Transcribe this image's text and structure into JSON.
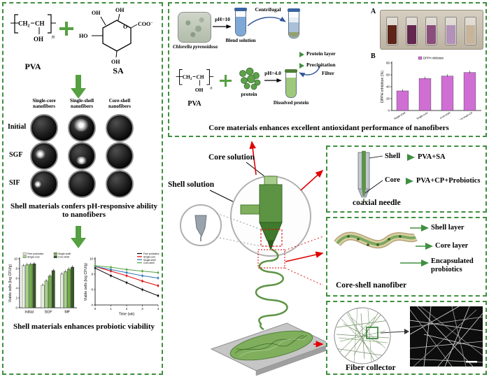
{
  "figure": {
    "panel_border_color": "#3f8f3f",
    "accent_green": "#55a040",
    "arrow_red": "#e00000",
    "bar_magenta": "#cf6fd4"
  },
  "left_panel": {
    "pva_label": "PVA",
    "sa_label": "SA",
    "columns": [
      "Single-core nanofibers",
      "Single-shell nanofibers",
      "Core-shell nanofibers"
    ],
    "rows": [
      "Initial",
      "SGF",
      "SIF"
    ],
    "caption_ph": "Shell materials confers pH-responsive ability to nanofibers",
    "caption_viability": "Shell materials enhances probiotic viability"
  },
  "top_panel": {
    "chlorella_label": "Chlorella pyrenoidosa",
    "ph10_label": "pH=10",
    "blend_label": "Blend solution",
    "centrifugal_label": "Centrifugal",
    "protein_layer_label": "Protein layer",
    "precipitation_label": "Precipitation",
    "pva_label": "PVA",
    "protein_label": "protein",
    "ph4_label": "pH=4.0",
    "dissolved_label": "Dissolved protein",
    "filter_label": "Filter",
    "photo_tag": "A",
    "chart_tag": "B",
    "vial_colors": [
      "#5e2418",
      "#63264e",
      "#8a4d7c",
      "#b292b8",
      "#c7b49a"
    ],
    "caption": "Core materials enhances excellent antioxidant performance of nanofibers"
  },
  "center": {
    "core_solution_label": "Core solution",
    "shell_solution_label": "Shell solution"
  },
  "needle_panel": {
    "shell_label": "Shell",
    "shell_value": "PVA+SA",
    "core_label": "Core",
    "core_value": "PVA+CP+Probiotics",
    "caption": "coaxial needle"
  },
  "fiber_panel": {
    "shell_layer_label": "Shell layer",
    "core_layer_label": "Core layer",
    "probiotics_label": "Encapsulated probiotics",
    "caption": "Core-shell nanofiber"
  },
  "collector_panel": {
    "caption": "Fiber collector"
  },
  "chart_data": [
    {
      "id": "dpph",
      "type": "bar",
      "title": "",
      "ylabel": "DPPH inhibition (%)",
      "legend": [
        "DPPH inhibition"
      ],
      "categories": [
        "Single-shell",
        "Single-core",
        "Core-shell",
        "Core-shell+CP"
      ],
      "values": [
        33,
        54,
        58,
        64
      ],
      "ylim": [
        0,
        80
      ],
      "yticks": 4,
      "rotate_labels": true,
      "bar_color": "#cf6fd4",
      "grid": false,
      "legend_position": "top"
    },
    {
      "id": "viability_bars",
      "type": "bar",
      "title": "",
      "ylabel": "Viable cells (log CFU/g)",
      "categories": [
        "Initial",
        "SGF",
        "MF"
      ],
      "series": [
        {
          "name": "Free probiotics",
          "values": [
            8.6,
            4.6,
            6.9
          ]
        },
        {
          "name": "Single-core",
          "values": [
            8.8,
            5.5,
            7.4
          ]
        },
        {
          "name": "Single-shell",
          "values": [
            8.9,
            6.5,
            7.9
          ]
        },
        {
          "name": "Core-shell",
          "values": [
            9.0,
            7.6,
            8.3
          ]
        }
      ],
      "colors": [
        "#e2efda",
        "#a9d18e",
        "#70ad47",
        "#375623"
      ],
      "ylim": [
        0,
        10
      ],
      "yticks": 5,
      "grid": false,
      "legend_position": "top"
    },
    {
      "id": "viability_lines",
      "type": "line",
      "title": "",
      "ylabel": "Viable cells (log CFU/g)",
      "xlabel": "Time (wk)",
      "x": [
        0,
        1,
        2,
        3,
        4
      ],
      "series": [
        {
          "name": "Free probiotics",
          "color": "#000000",
          "values": [
            8.8,
            7.8,
            6.9,
            6.0,
            5.2
          ]
        },
        {
          "name": "Single-core",
          "color": "#e00000",
          "values": [
            9.0,
            8.4,
            7.8,
            7.1,
            6.5
          ]
        },
        {
          "name": "Single-shell",
          "color": "#2e75b6",
          "values": [
            9.0,
            8.6,
            8.2,
            7.8,
            7.5
          ]
        },
        {
          "name": "Core-shell",
          "color": "#55a040",
          "values": [
            9.1,
            8.9,
            8.6,
            8.4,
            8.2
          ]
        }
      ],
      "xlim": [
        0,
        4
      ],
      "ylim": [
        4,
        10
      ],
      "yticks": 3,
      "grid": false,
      "legend_position": "top-right"
    }
  ]
}
